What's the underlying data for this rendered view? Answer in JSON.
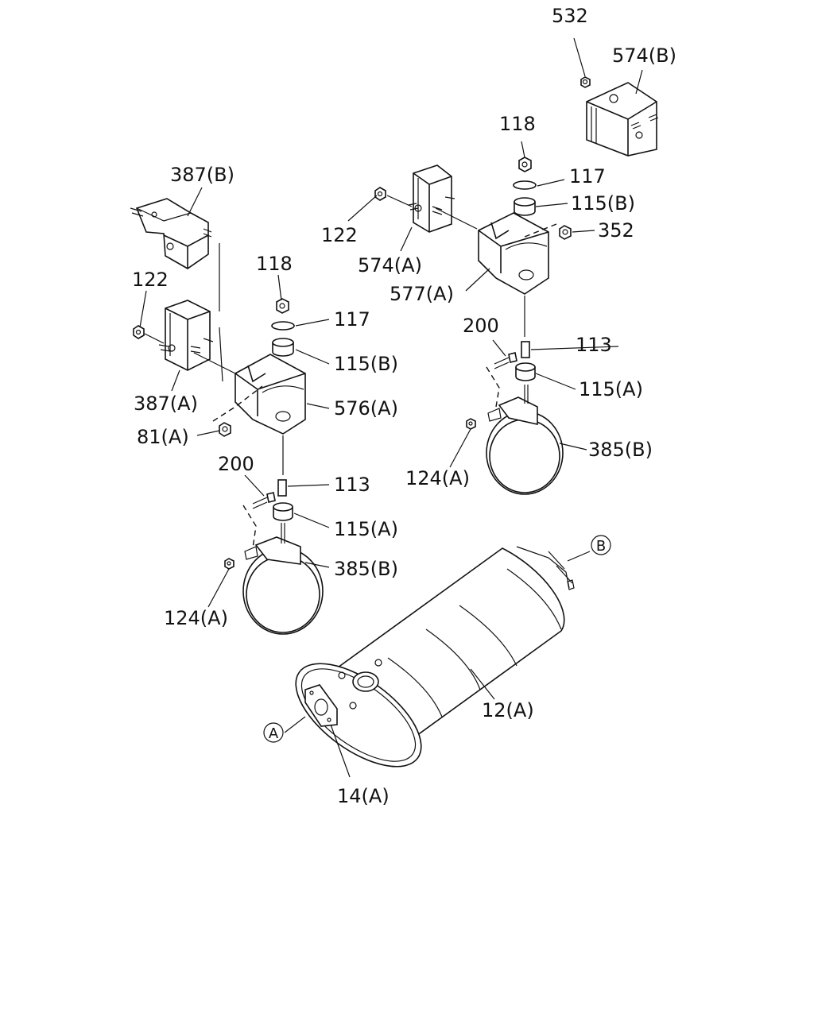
{
  "labels": {
    "l532": "532",
    "l574b": "574(B)",
    "l118r": "118",
    "l117r": "117",
    "l115br": "115(B)",
    "l352": "352",
    "l122r": "122",
    "l574a": "574(A)",
    "l577a": "577(A)",
    "l200r": "200",
    "l113r": "113",
    "l115ar": "115(A)",
    "l385br": "385(B)",
    "l124ar": "124(A)",
    "l387b": "387(B)",
    "l122l": "122",
    "l118l": "118",
    "l117l": "117",
    "l115bl": "115(B)",
    "l387a": "387(A)",
    "l576a": "576(A)",
    "l81a": "81(A)",
    "l200l": "200",
    "l113l": "113",
    "l115al": "115(A)",
    "l385bl": "385(B)",
    "l124al": "124(A)",
    "l12a": "12(A)",
    "l14a": "14(A)",
    "refA": "A",
    "refB": "B"
  }
}
